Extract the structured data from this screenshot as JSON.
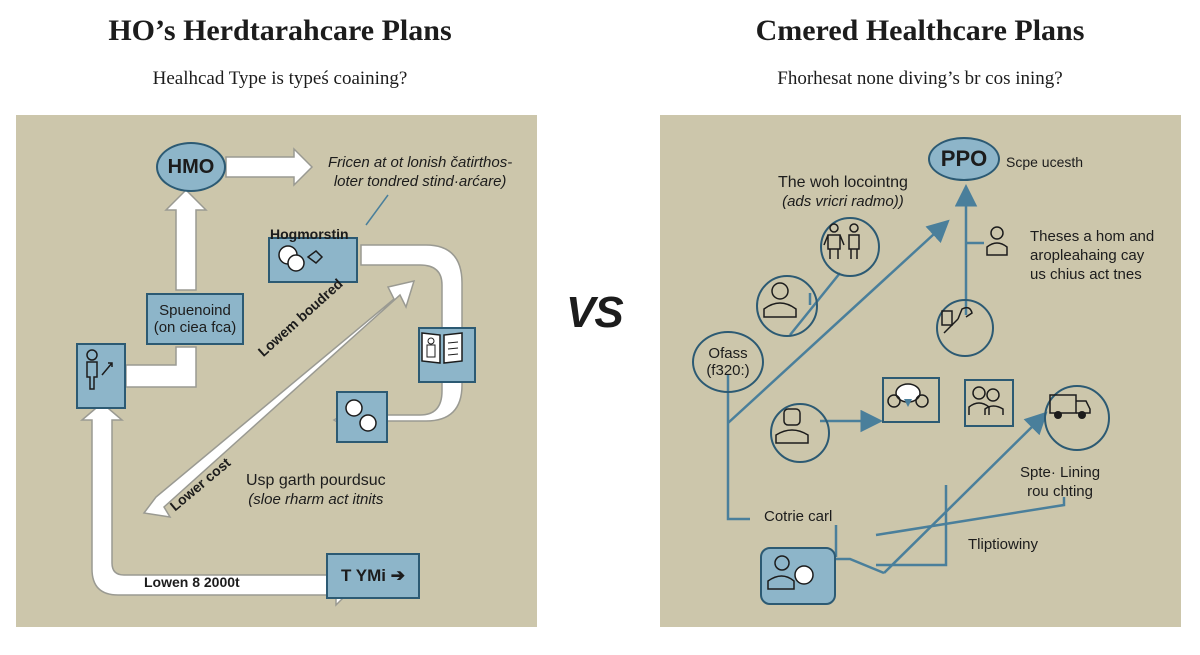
{
  "left": {
    "title": "HO’s Herdtarahcare Plans",
    "subtitle": "Healhcad Type is typeś coaining?",
    "hmo": "HMO",
    "note_top": [
      "Fricen at ot lonish čatirthos-",
      "loter tondred stind·arćare)"
    ],
    "hogmorstin": "Hogmorstin",
    "spuenoind": [
      "Spuenoind",
      "(on ciea fca)"
    ],
    "diag_label": "Lowem boudred",
    "lower_cost": "Lower cost",
    "usp": [
      "Usp garth pourdsuc",
      "(sloe rharm act itnits"
    ],
    "lowen": "Lowen 8 2000t",
    "tymi": "T YMi ➔"
  },
  "vs": "VS",
  "right": {
    "title": "Cmered Healthcare Plans",
    "subtitle": "Fhorhesat none diving’s br cos ining?",
    "ppo": "PPO",
    "ppo_label": "Scpe ucesth",
    "woh": [
      "The woh locointng",
      "(ads vricri radmo))"
    ],
    "theses": [
      "Theses a hom and",
      "aropleahaing cay",
      "us chius act tnes"
    ],
    "ofass": [
      "Ofass",
      "(f320:)"
    ],
    "spte": [
      "Spte· Lining",
      "rou chting"
    ],
    "cotrie": "Cotrie carl",
    "tliptiowiny": "Tliptiowiny"
  }
}
